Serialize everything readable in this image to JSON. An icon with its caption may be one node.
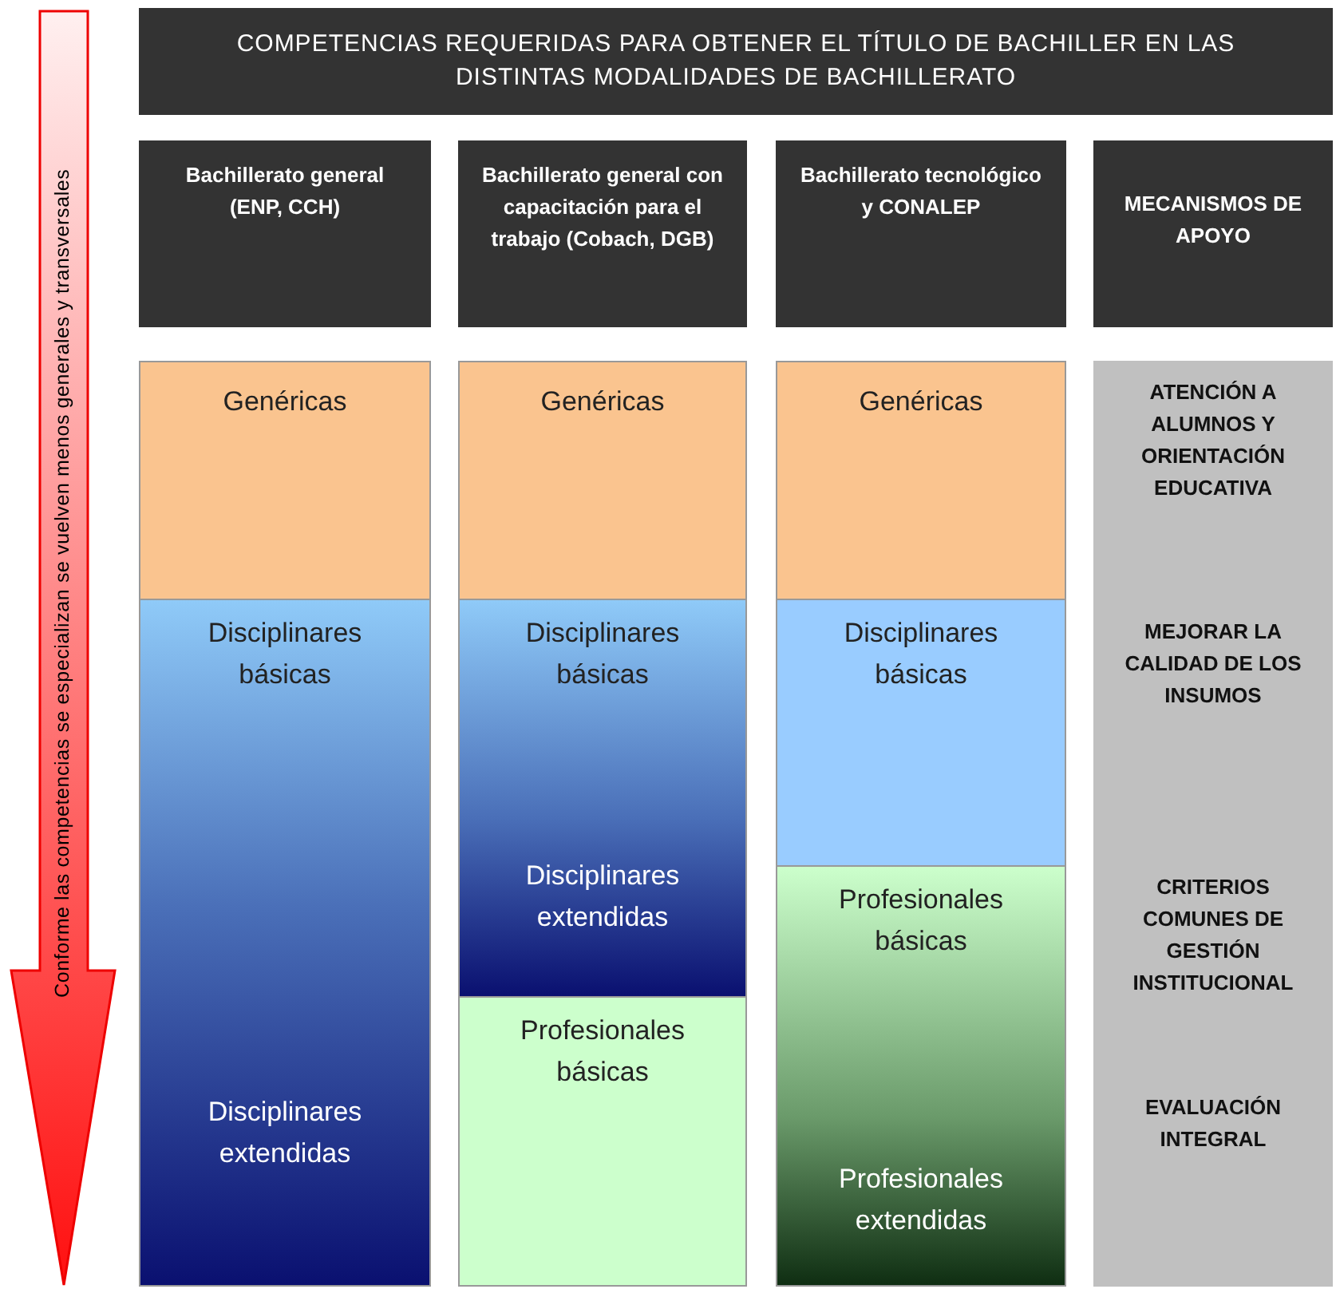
{
  "diagram": {
    "title": "COMPETENCIAS REQUERIDAS PARA OBTENER EL TÍTULO DE BACHILLER EN LAS DISTINTAS MODALIDADES DE BACHILLERATO",
    "nodes": [
      {
        "text": [
          "Conforme las competencias se especializan se vuelven menos generales y transversales"
        ]
      },
      {
        "text": [
          "Bachillerato general (ENP, CCH)"
        ]
      },
      {
        "text": [
          "Bachillerato general con capacitación para el trabajo (Cobach, DGB)"
        ]
      },
      {
        "text": [
          "Bachillerato tecnológico y CONALEP"
        ]
      },
      {
        "text": [
          "MECANISMOS DE APOYO"
        ]
      },
      {
        "text": [
          "Genéricas"
        ]
      },
      {
        "text": [
          "Disciplinares básicas",
          "Disciplinares extendidas"
        ]
      },
      {
        "text": [
          "Genéricas"
        ]
      },
      {
        "text": [
          "Disciplinares básicas",
          "Disciplinares extendidas"
        ]
      },
      {
        "text": [
          "Profesionales básicas"
        ]
      },
      {
        "text": [
          "Genéricas"
        ]
      },
      {
        "text": [
          "Disciplinares básicas"
        ]
      },
      {
        "text": [
          "Profesionales básicas",
          "Profesionales extendidas"
        ]
      },
      {
        "text": [
          "ATENCIÓN A ALUMNOS Y ORIENTACIÓN EDUCATIVA",
          "MEJORAR LA CALIDAD DE LOS INSUMOS",
          "CRITERIOS COMUNES DE GESTIÓN INSTITUCIONAL",
          "EVALUACIÓN INTEGRAL"
        ]
      }
    ],
    "edges": []
  }
}
